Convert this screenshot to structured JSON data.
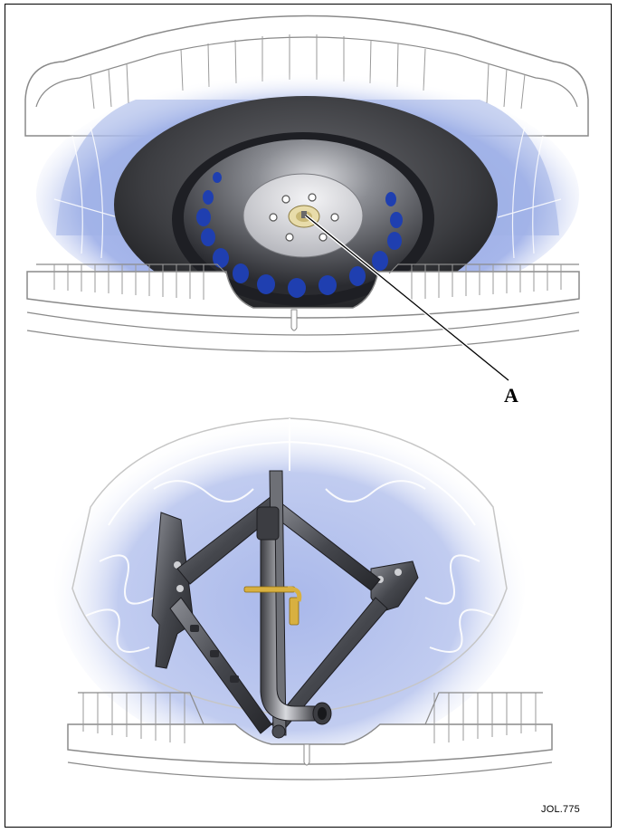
{
  "callouts": [
    {
      "id": "A",
      "label": "A"
    }
  ],
  "figure_code": "JOL.775",
  "colors": {
    "glow": "#9fb1e6",
    "tire": "#3a3a3c",
    "wheel": "#2b2d33",
    "wheel_holes": "#1f3fb0",
    "bolt": "#e8dcaa",
    "jack": "#4a4c52",
    "lock_pin": "#d8b040",
    "outline": "#8a8a8a"
  }
}
